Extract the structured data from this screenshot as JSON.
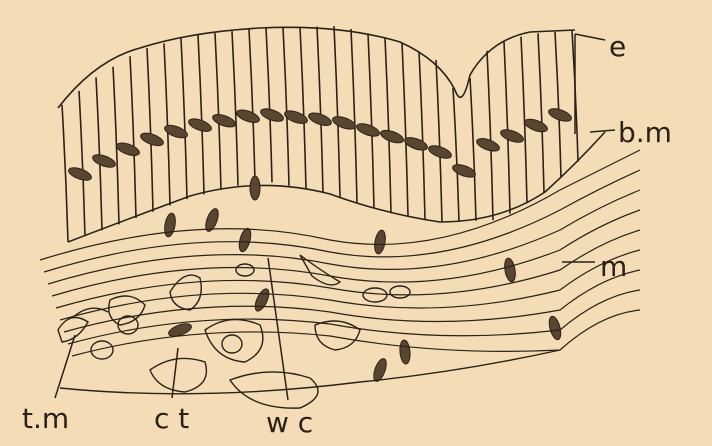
{
  "colors": {
    "paper": "#f4dcb6",
    "ink": "#2a2118",
    "nucleus": "#5a4530",
    "nucleus_core": "#2e2218"
  },
  "labels": {
    "e": "e",
    "bm": "b.m",
    "m": "m",
    "tm": "t.m",
    "ct": "c t",
    "wc": "w c"
  }
}
